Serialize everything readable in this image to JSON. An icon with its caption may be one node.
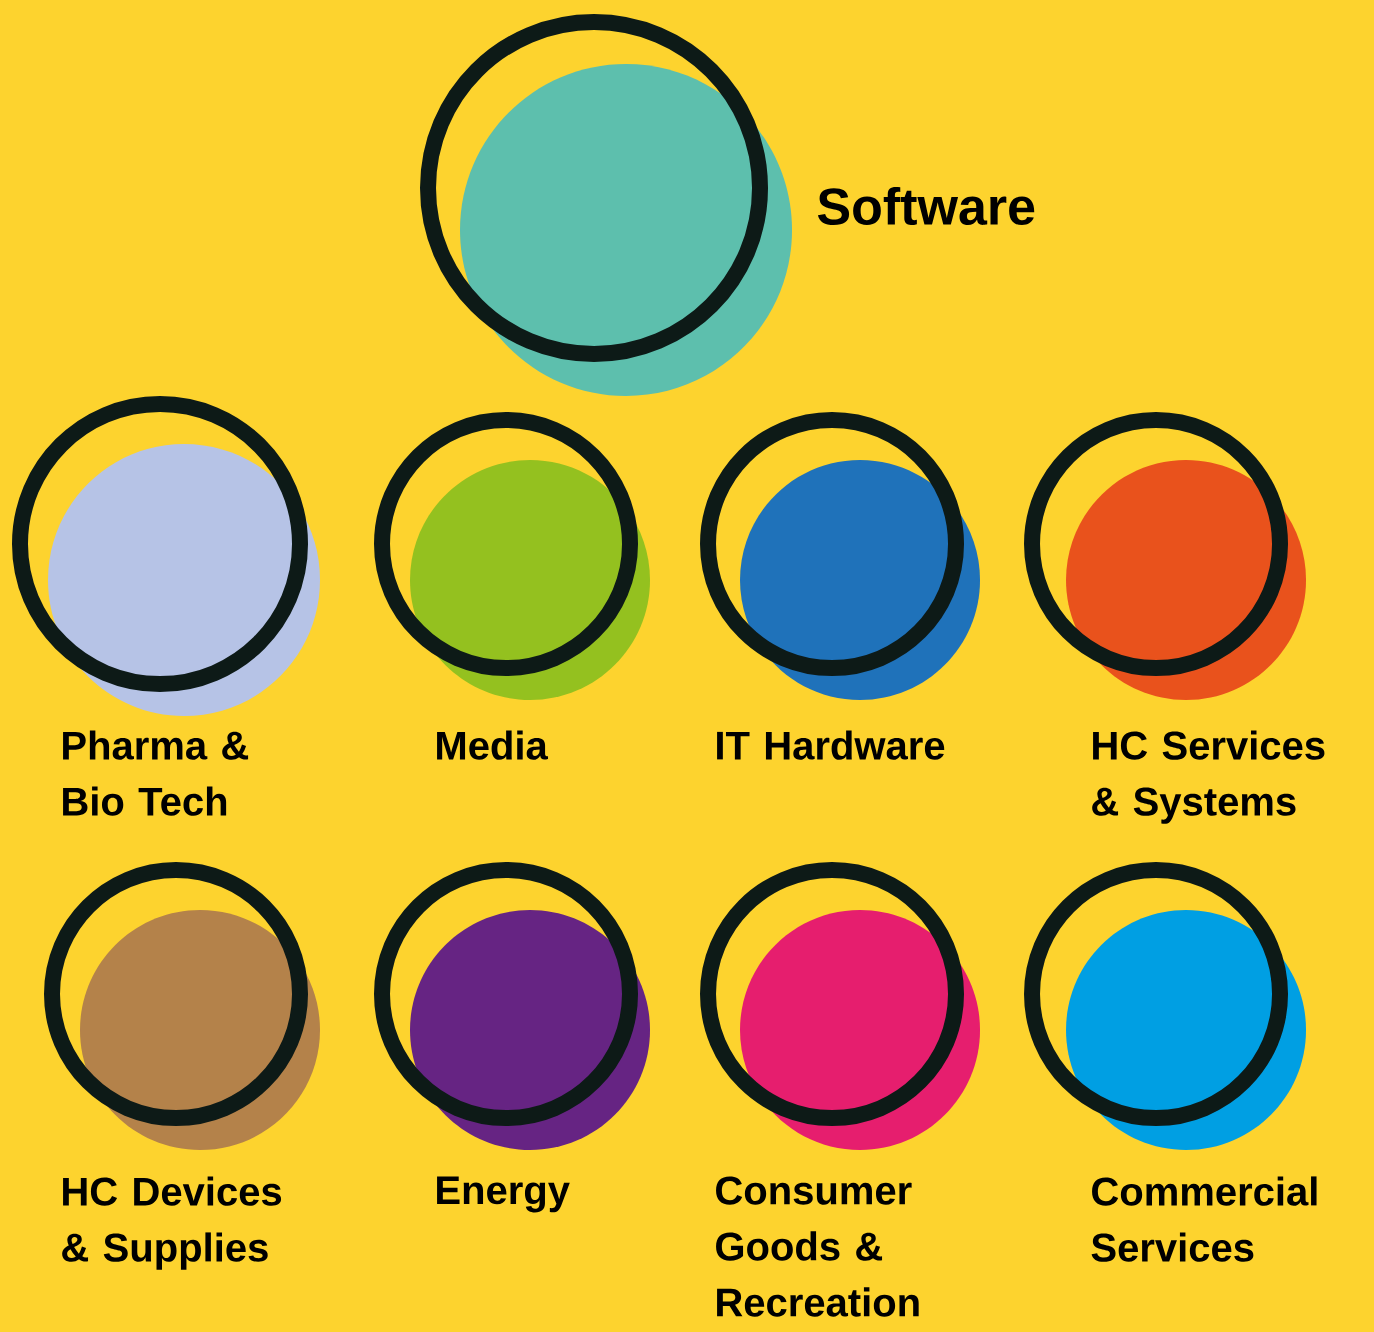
{
  "diagram": {
    "nodes": [
      {
        "text": [],
        "shape": "circle",
        "beside": [
          "Software"
        ]
      },
      {
        "text": [],
        "shape": "circle",
        "beside": [
          "Pharma & Bio Tech"
        ]
      },
      {
        "text": [],
        "shape": "circle",
        "beside": [
          "Media"
        ]
      },
      {
        "text": [],
        "shape": "circle",
        "beside": [
          "IT Hardware"
        ]
      },
      {
        "text": [],
        "shape": "circle",
        "beside": [
          "HC Services & Systems"
        ]
      },
      {
        "text": [],
        "shape": "circle",
        "beside": [
          "HC Devices & Supplies"
        ]
      },
      {
        "text": [],
        "shape": "circle",
        "beside": [
          "Energy"
        ]
      },
      {
        "text": [],
        "shape": "circle",
        "beside": [
          "Consumer Goods & Recreation"
        ]
      },
      {
        "text": [],
        "shape": "circle",
        "beside": [
          "Commercial Services"
        ]
      }
    ]
  }
}
